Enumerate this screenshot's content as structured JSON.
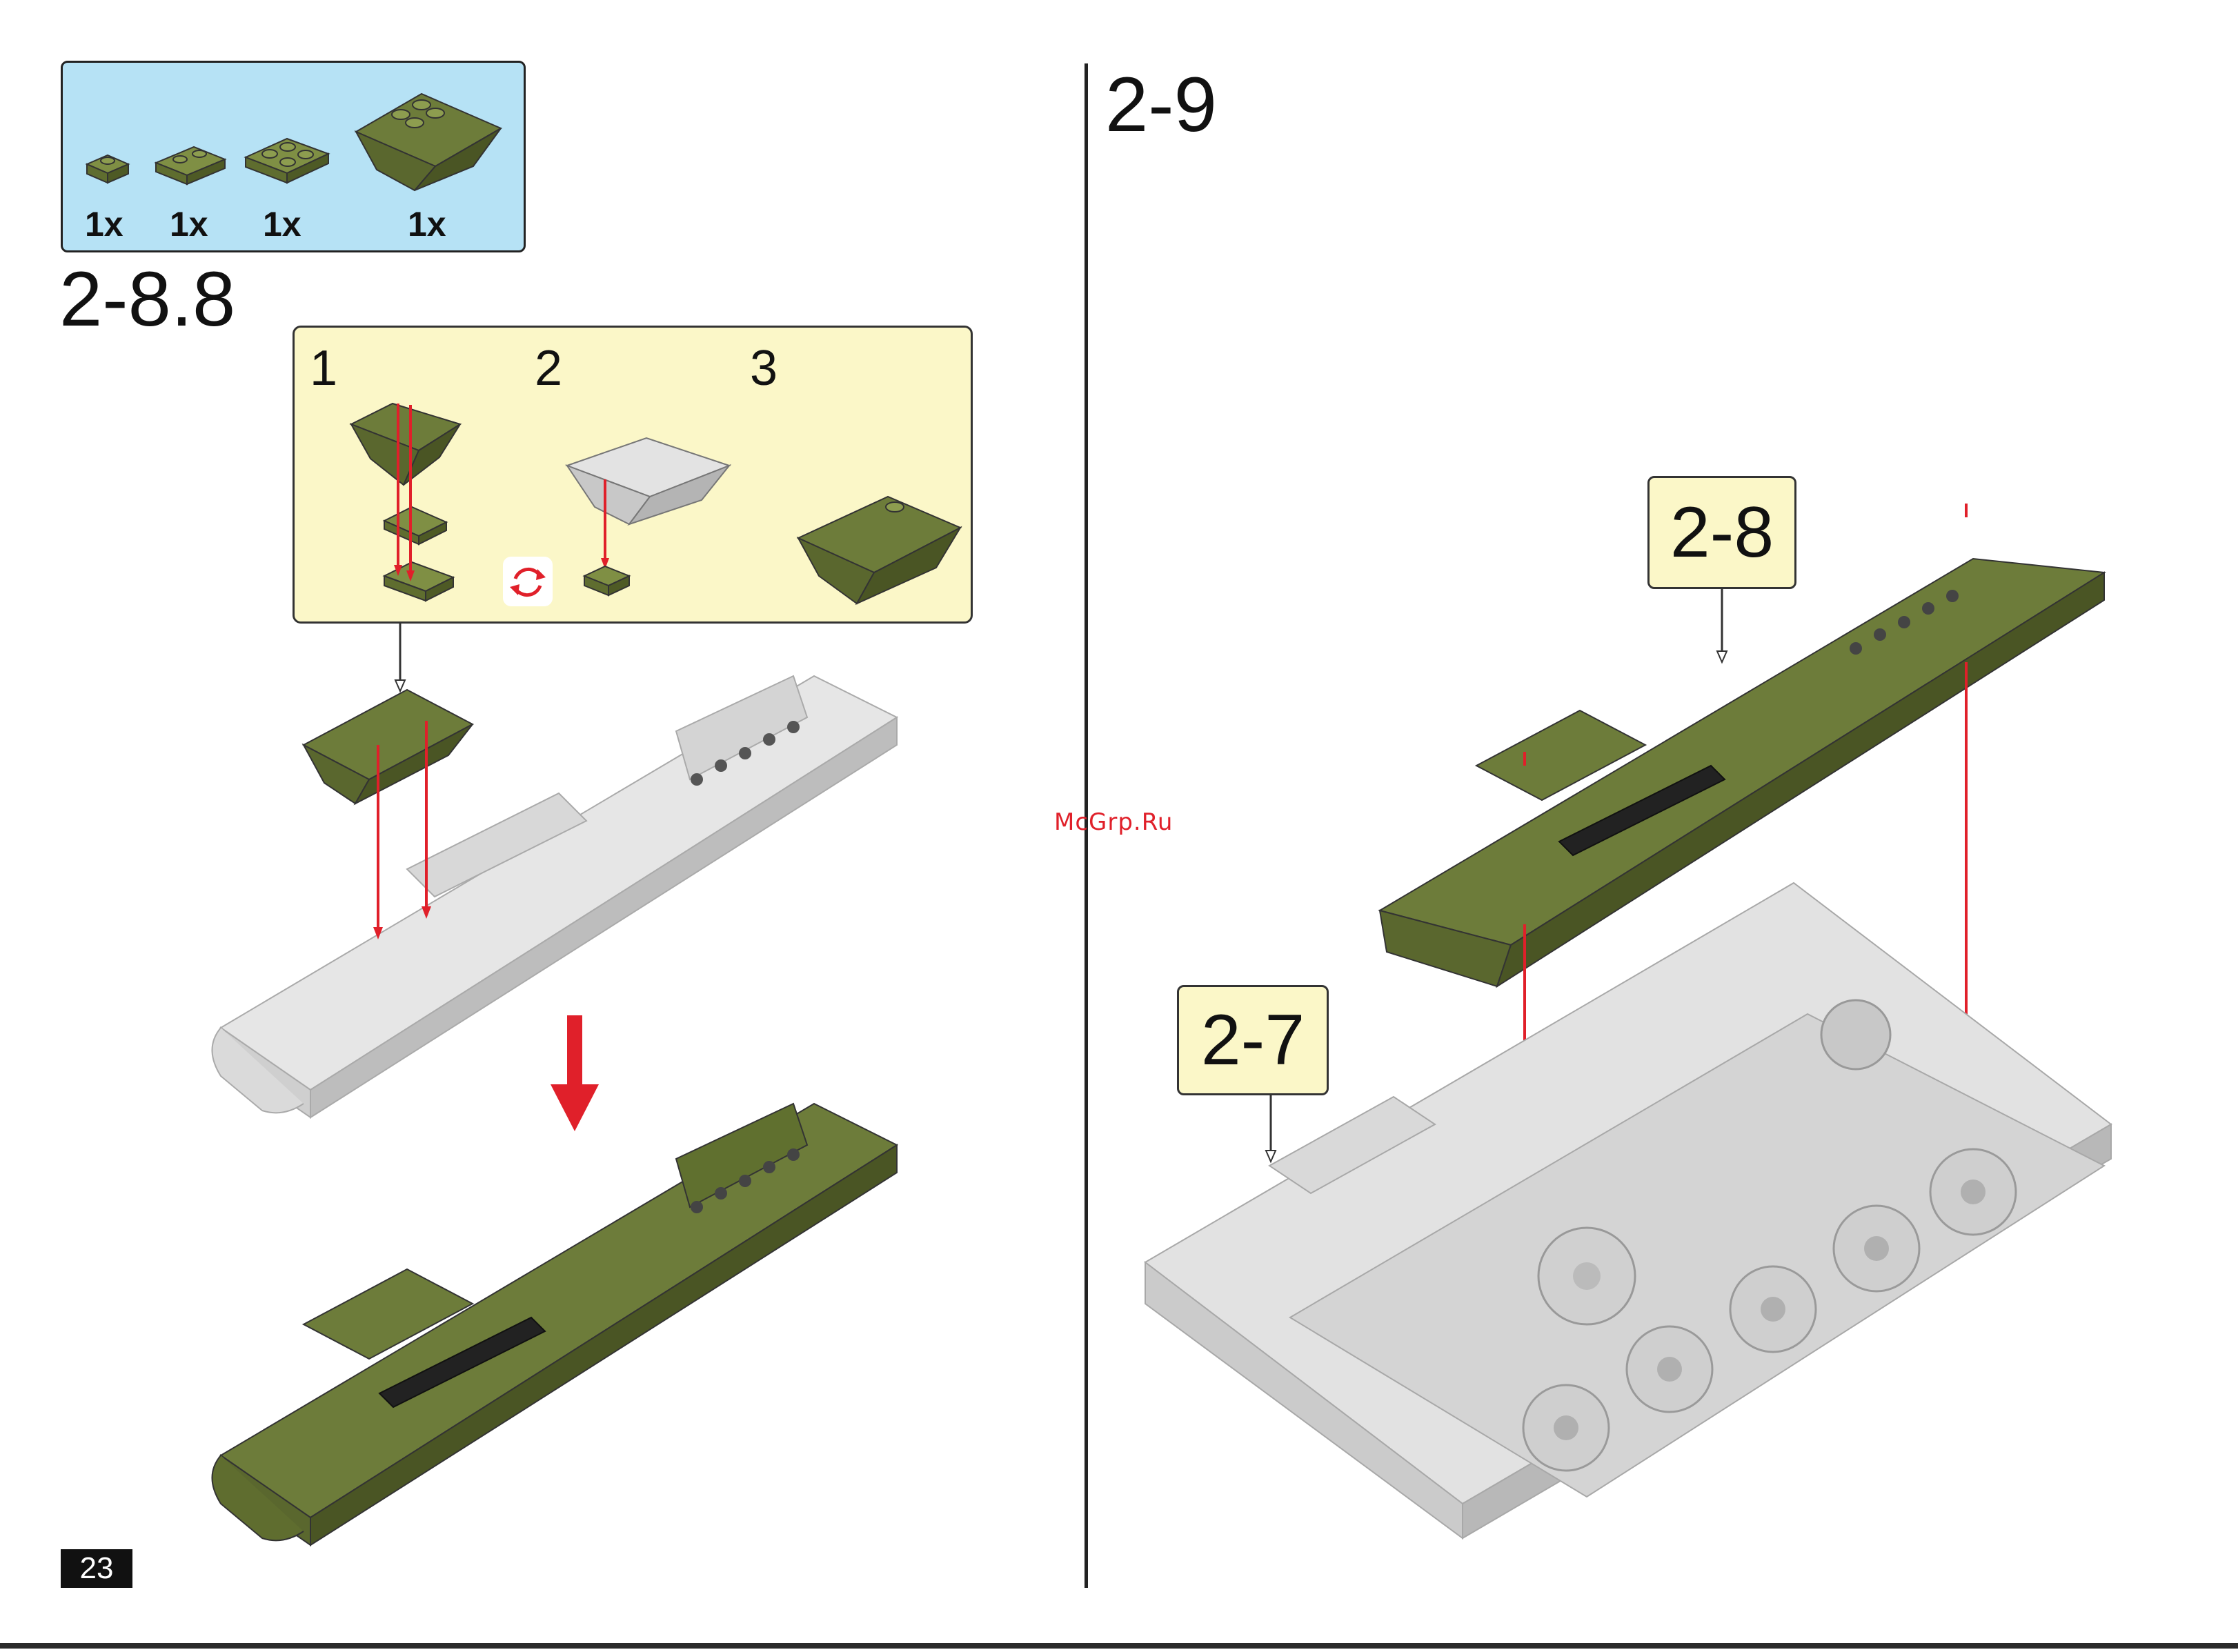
{
  "parts_list": {
    "quantities": [
      "1x",
      "1x",
      "1x",
      "1x"
    ],
    "part_color": "#6d7c3a"
  },
  "step_2_8_8": {
    "title": "2-8.8",
    "substeps": [
      "1",
      "2",
      "3"
    ]
  },
  "step_2_9": {
    "title": "2-9",
    "ref_labels": [
      "2-8",
      "2-7"
    ]
  },
  "page_number": "23",
  "watermark": "McGrp.Ru",
  "colors": {
    "brick_green": "#6d7c3a",
    "brick_green_dark": "#55622b",
    "brick_grey": "#d8d8d8",
    "arrow_red": "#e0202a",
    "parts_bg": "#b6e2f5",
    "substep_bg": "#fbf7c8"
  }
}
